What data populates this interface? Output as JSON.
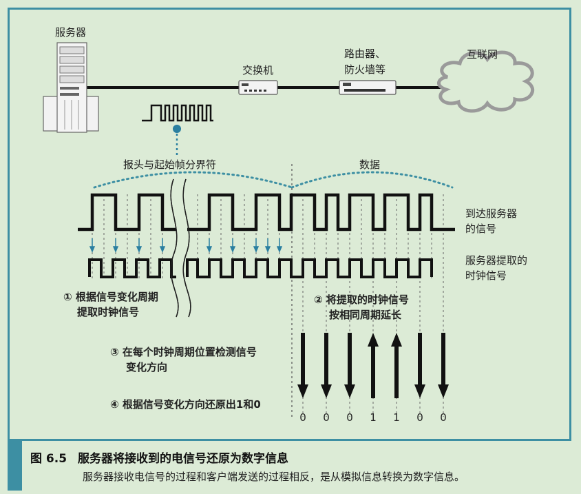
{
  "labels": {
    "server": "服务器",
    "switch": "交换机",
    "router_line1": "路由器、",
    "router_line2": "防火墙等",
    "internet": "互联网",
    "preamble": "报头与起始帧分界符",
    "data": "数据",
    "signal_line1": "到达服务器",
    "signal_line2": "的信号",
    "clock_line1": "服务器提取的",
    "clock_line2": "时钟信号",
    "step1_line1": "① 根据信号变化周期",
    "step1_line2": "提取时钟信号",
    "step2_line1": "② 将提取的时钟信号",
    "step2_line2": "按相同周期延长",
    "step3_line1": "③ 在每个时钟周期位置检测信号",
    "step3_line2": "变化方向",
    "step4": "④ 根据信号变化方向还原出1和0"
  },
  "bits": [
    "0",
    "0",
    "0",
    "1",
    "1",
    "0",
    "0"
  ],
  "bit_directions": [
    "down",
    "down",
    "down",
    "up",
    "up",
    "down",
    "down"
  ],
  "caption": {
    "number": "图 6.5",
    "title": "服务器将接收到的电信号还原为数字信息",
    "text": "服务器接收电信号的过程和客户端发送的过程相反，是从模拟信息转换为数字信息。"
  },
  "colors": {
    "frame": "#3d8fa3",
    "background": "#dcebd6",
    "dotted_arc": "#3d8fa3",
    "tick_arrow": "#2a7fa0"
  }
}
